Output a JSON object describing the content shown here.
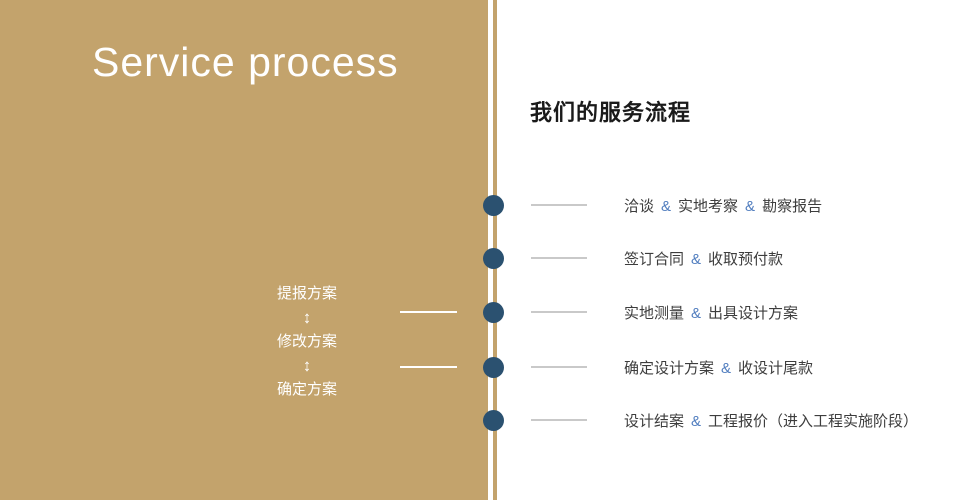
{
  "colors": {
    "panel": "#c3a36c",
    "dot": "#2b5170",
    "amp": "#4f7cbe",
    "tick": "#c9c9c9",
    "text": "#3d3d3d",
    "heading": "#1a1a1a"
  },
  "left_panel": {
    "title": "Service process",
    "plan_steps": [
      "提报方案",
      "修改方案",
      "确定方案"
    ],
    "arrow": "↕"
  },
  "right_panel": {
    "heading": "我们的服务流程",
    "amp": "&",
    "steps": [
      {
        "parts": [
          "洽谈",
          "实地考察",
          "勘察报告"
        ]
      },
      {
        "parts": [
          "签订合同",
          "收取预付款"
        ]
      },
      {
        "parts": [
          "实地测量",
          "出具设计方案"
        ]
      },
      {
        "parts": [
          "确定设计方案",
          "收设计尾款"
        ]
      },
      {
        "parts": [
          "设计结案",
          "工程报价（进入工程实施阶段）"
        ]
      }
    ]
  }
}
